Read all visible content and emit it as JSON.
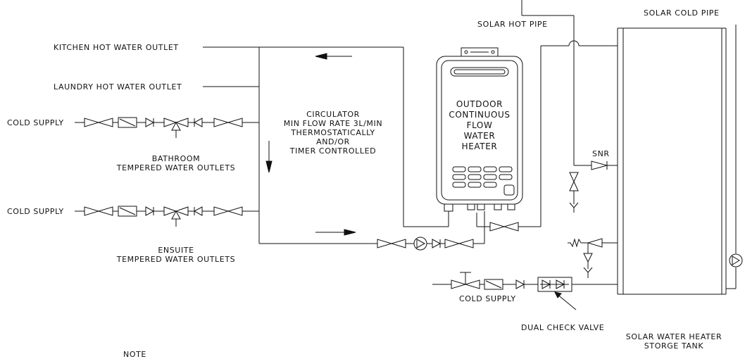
{
  "labels": {
    "solar_hot_pipe": "SOLAR HOT PIPE",
    "solar_cold_pipe": "SOLAR COLD PIPE",
    "kitchen_outlet": "KITCHEN HOT WATER OUTLET",
    "laundry_outlet": "LAUNDRY HOT WATER OUTLET",
    "cold_supply_1": "COLD SUPPLY",
    "cold_supply_2": "COLD SUPPLY",
    "cold_supply_3": "COLD SUPPLY",
    "bathroom": [
      "BATHROOM",
      "TEMPERED WATER OUTLETS"
    ],
    "ensuite": [
      "ENSUITE",
      "TEMPERED WATER OUTLETS"
    ],
    "circulator": [
      "CIRCULATOR",
      "MIN FLOW RATE 3L/MIN",
      "THERMOSTATICALLY",
      "AND/OR",
      "TIMER CONTROLLED"
    ],
    "heater": [
      "OUTDOOR",
      "CONTINUOUS",
      "FLOW",
      "WATER",
      "HEATER"
    ],
    "snr": "SNR",
    "dual_check_valve": "DUAL CHECK VALVE",
    "tank": [
      "SOLAR WATER HEATER",
      "STORGE TANK"
    ],
    "note": "NOTE"
  }
}
